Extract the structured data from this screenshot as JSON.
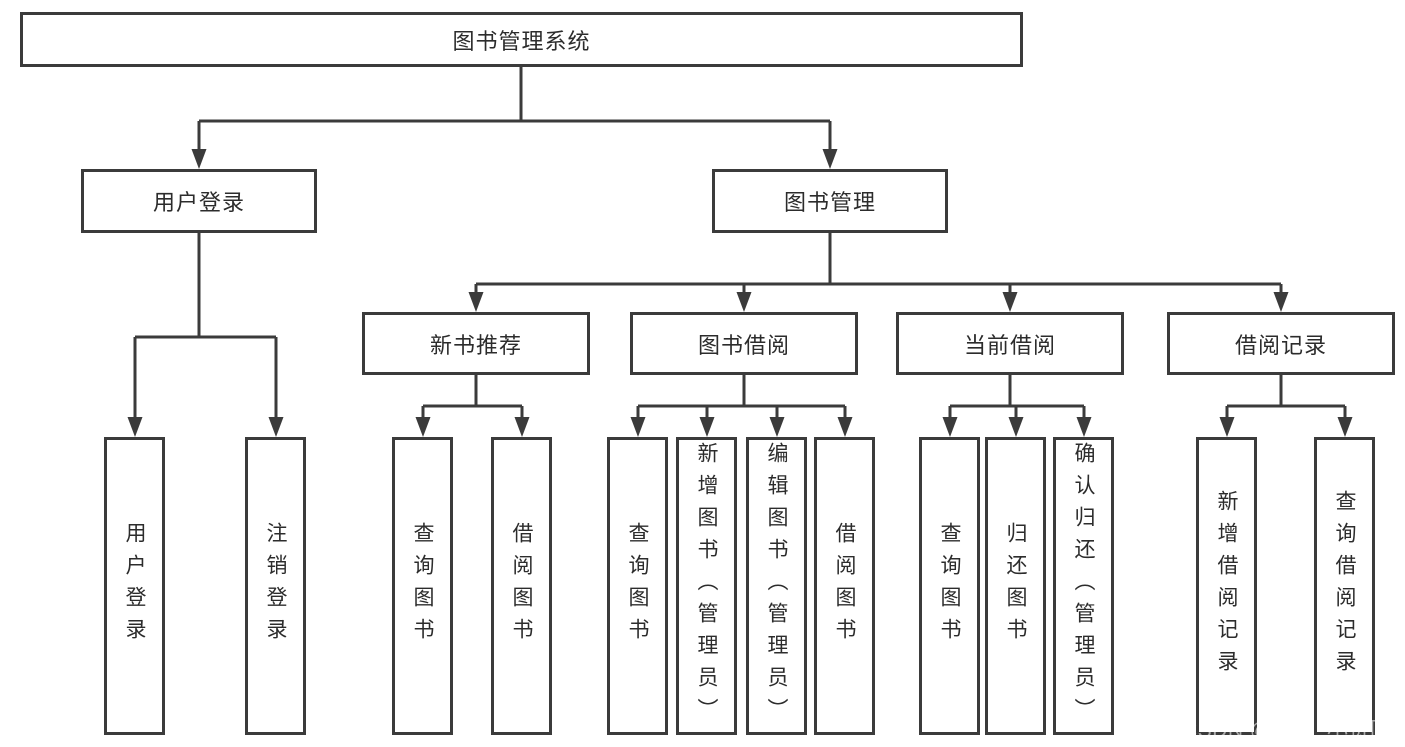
{
  "diagram_type": "hierarchy-tree",
  "colors": {
    "background": "#ffffff",
    "line": "#3b3b3b",
    "box_border": "#3b3b3b",
    "node_text": "#2c2c2c",
    "watermark_text": "#ababab"
  },
  "tree": {
    "label": "图书管理系统",
    "children": [
      {
        "label": "用户登录",
        "children": [
          {
            "label": "用户登录"
          },
          {
            "label": "注销登录"
          }
        ]
      },
      {
        "label": "图书管理",
        "children": [
          {
            "label": "新书推荐",
            "children": [
              {
                "label": "查询图书"
              },
              {
                "label": "借阅图书"
              }
            ]
          },
          {
            "label": "图书借阅",
            "children": [
              {
                "label": "查询图书"
              },
              {
                "label": "新增图书（管理员）"
              },
              {
                "label": "编辑图书（管理员）"
              },
              {
                "label": "借阅图书"
              }
            ]
          },
          {
            "label": "当前借阅",
            "children": [
              {
                "label": "查询图书"
              },
              {
                "label": "归还图书"
              },
              {
                "label": "确认归还（管理员）"
              }
            ]
          },
          {
            "label": "借阅记录",
            "children": [
              {
                "label": "新增借阅记录"
              },
              {
                "label": "查询借阅记录"
              }
            ]
          }
        ]
      }
    ]
  },
  "watermark": {
    "text": "CSDN @软件_小贺同学"
  }
}
